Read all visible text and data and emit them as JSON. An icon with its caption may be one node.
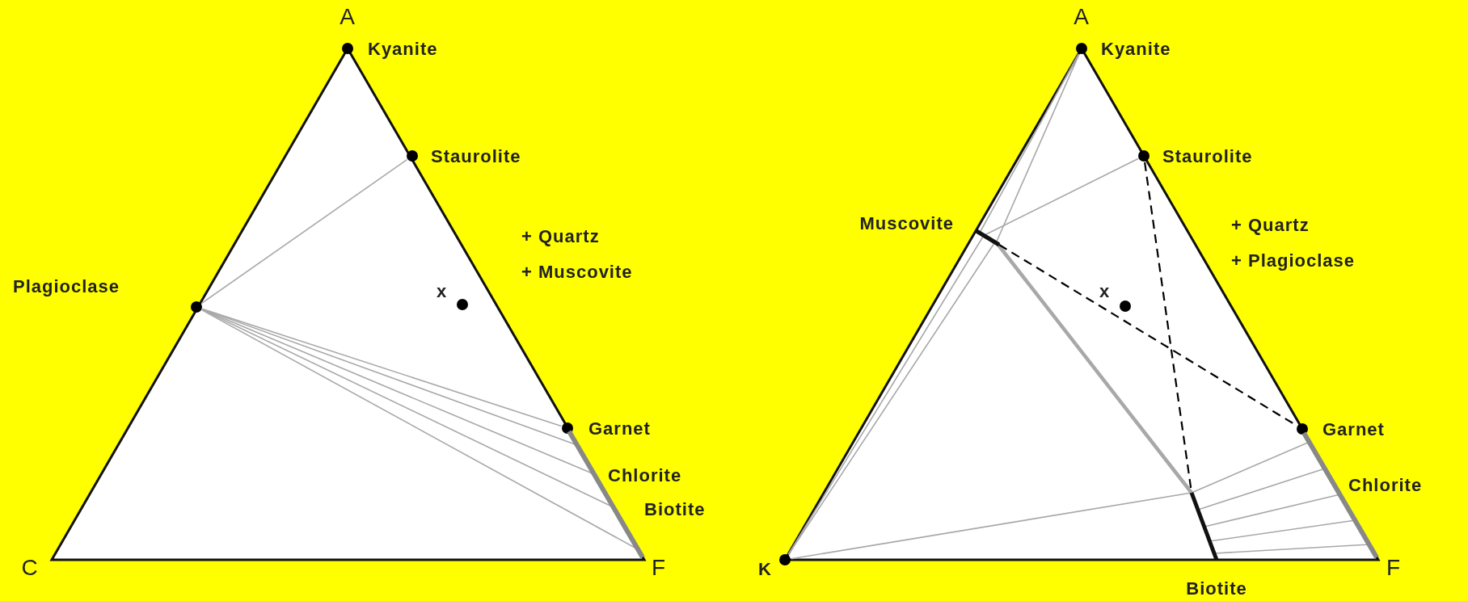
{
  "diagram": {
    "nodes": [
      {
        "text": [
          "Kyanite"
        ]
      },
      {
        "text": [
          "Staurolite"
        ]
      },
      {
        "text": [
          "Plagioclase"
        ]
      },
      {
        "text": [
          "x"
        ]
      },
      {
        "text": [
          "Garnet"
        ]
      },
      {
        "text": [
          "Chlorite"
        ]
      },
      {
        "text": [
          "Biotite"
        ]
      },
      {
        "text": [
          "Kyanite"
        ]
      },
      {
        "text": [
          "Staurolite"
        ]
      },
      {
        "text": [
          "Muscovite"
        ]
      },
      {
        "text": [
          "x"
        ]
      },
      {
        "text": [
          "Garnet"
        ]
      },
      {
        "text": [
          "Chlorite"
        ]
      },
      {
        "text": [
          "Biotite"
        ]
      },
      {
        "text": [
          "K"
        ]
      }
    ],
    "edges": [
      {
        "from": 2,
        "to": 1,
        "arrow": "none"
      },
      {
        "from": 2,
        "to": 4,
        "arrow": "none"
      },
      {
        "from": 2,
        "to": 5,
        "arrow": "none"
      },
      {
        "from": 2,
        "to": 5,
        "arrow": "none"
      },
      {
        "from": 2,
        "to": 5,
        "arrow": "none"
      },
      {
        "from": 2,
        "to": 5,
        "arrow": "none"
      },
      {
        "from": 7,
        "to": 9,
        "arrow": "none"
      },
      {
        "from": 7,
        "to": 9,
        "arrow": "none"
      },
      {
        "from": 9,
        "to": 14,
        "arrow": "none"
      },
      {
        "from": 9,
        "to": 8,
        "arrow": "none"
      },
      {
        "from": 9,
        "to": 13,
        "arrow": "none",
        "style": "thick"
      },
      {
        "from": 9,
        "to": 11,
        "arrow": "none",
        "style": "dashed",
        "color": "#000000"
      },
      {
        "from": 8,
        "to": 13,
        "arrow": "none",
        "style": "dashed",
        "color": "#000000"
      },
      {
        "from": 14,
        "to": 13,
        "arrow": "none"
      },
      {
        "from": 13,
        "to": 12,
        "arrow": "none"
      },
      {
        "from": 13,
        "to": 12,
        "arrow": "none"
      },
      {
        "from": 13,
        "to": 12,
        "arrow": "none"
      },
      {
        "from": 13,
        "to": 12,
        "arrow": "none"
      },
      {
        "from": 13,
        "to": 12,
        "arrow": "none"
      },
      {
        "from": 9,
        "to": 14,
        "arrow": "none"
      }
    ],
    "labels": [
      "A",
      "+ Quartz",
      "+ Muscovite",
      "C",
      "F",
      "A",
      "+ Quartz",
      "+ Plagioclase",
      "F"
    ]
  }
}
